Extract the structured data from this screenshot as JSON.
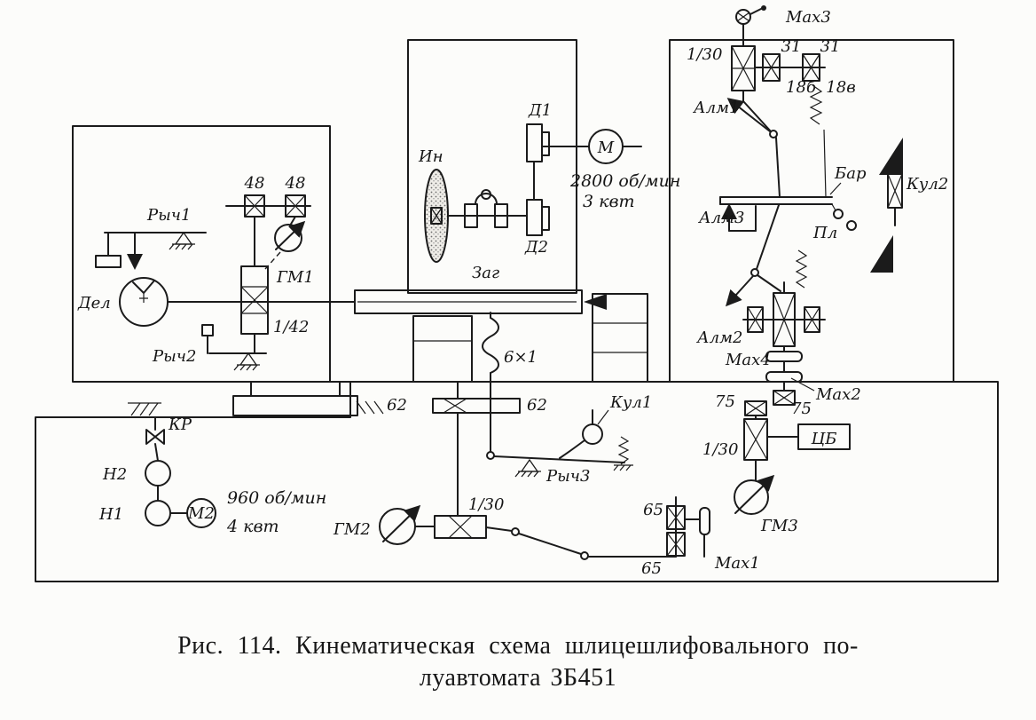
{
  "figure": {
    "caption_line1": "Рис. 114. Кинематическая схема шлицешлифовального по-",
    "caption_line2": "луавтомата ЗБ451"
  },
  "left_block": {
    "lever1": "Рыч1",
    "lever2": "Рыч2",
    "divider": "Дел",
    "gear48a": "48",
    "gear48b": "48",
    "hydromotor1": "ГМ1",
    "ratio142": "1/42"
  },
  "center_block": {
    "tool": "Ин",
    "pulley1": "Д1",
    "pulley2": "Д2",
    "motor": "М",
    "motor_speed": "2800 об/мин",
    "motor_power": "3 квт",
    "workpiece": "Заг"
  },
  "right_block": {
    "handwheel3": "Мах3",
    "ratio_top": "1/30",
    "gear31a": "31",
    "gear31b": "31",
    "gear18b": "18б",
    "gear18v": "18в",
    "diamond1": "Алм1",
    "drum": "Бар",
    "cam2": "Кул2",
    "diamond3": "Алм3",
    "plate": "Пл",
    "diamond2": "Алм2",
    "handwheel4": "Мах4",
    "gear75a": "75",
    "gear75b": "75",
    "handwheel2": "Мах2",
    "ratio_bottom": "1/30",
    "cb_unit": "ЦБ",
    "hydromotor3": "ГМ3"
  },
  "bed": {
    "valve": "КР",
    "pump2": "Н2",
    "pump1": "Н1",
    "motor2": "М2",
    "motor2_speed": "960 об/мин",
    "motor2_power": "4 квт",
    "gear62a": "62",
    "gear62b": "62",
    "screw": "6×1",
    "cam1": "Кул1",
    "lever3": "Рыч3",
    "ratio130": "1/30",
    "hydromotor2": "ГМ2",
    "gear65a": "65",
    "gear65b": "65",
    "handwheel1": "Мах1"
  }
}
